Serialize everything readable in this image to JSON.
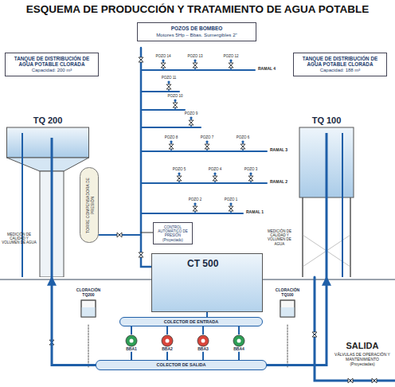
{
  "diagram": {
    "title": "ESQUEMA DE PRODUCCIÓN Y TRATAMIENTO DE AGUA POTABLE",
    "nodes": [
      {
        "text": [
          "TANQUE DE DISTRIBUCIÓN DE AGUA POTABLE CLORADA",
          "Capacidad: 200 m³"
        ]
      },
      {
        "text": [
          "POZOS DE BOMBEO",
          "Motores 5Hp – Bbas. Sumergibles 2\""
        ]
      },
      {
        "text": [
          "TANQUE DE DISTRIBUCIÓN DE AGUA POTABLE CLORADA",
          "Capacidad: 188 m³"
        ]
      },
      {
        "text": [
          "TQ 200"
        ]
      },
      {
        "text": [
          "TQ 100"
        ]
      },
      {
        "text": [
          "TORRE COMPENSADORA DE PRESIÓN"
        ]
      },
      {
        "text": [
          "CONTROL AUTOMÁTICO DE PRESIÓN (Proyectado)"
        ]
      },
      {
        "text": [
          "CT 500"
        ]
      },
      {
        "text": [
          "CLORACIÓN TQ200"
        ]
      },
      {
        "text": [
          "CLORACIÓN TQ100"
        ]
      },
      {
        "text": [
          "COLECTOR DE ENTRADA"
        ]
      },
      {
        "text": [
          "BBA1"
        ]
      },
      {
        "text": [
          "BBA2"
        ]
      },
      {
        "text": [
          "BBA3"
        ]
      },
      {
        "text": [
          "BBA4"
        ]
      },
      {
        "text": [
          "COLECTOR DE SALIDA"
        ]
      }
    ],
    "edges": [
      {
        "from": 7,
        "to": 10,
        "arrow": "none"
      },
      {
        "from": 10,
        "to": 11,
        "arrow": "none"
      },
      {
        "from": 10,
        "to": 12,
        "arrow": "none"
      },
      {
        "from": 10,
        "to": 13,
        "arrow": "none"
      },
      {
        "from": 10,
        "to": 14,
        "arrow": "none"
      },
      {
        "from": 11,
        "to": 15,
        "arrow": "none"
      },
      {
        "from": 12,
        "to": 15,
        "arrow": "none"
      },
      {
        "from": 13,
        "to": 15,
        "arrow": "none"
      },
      {
        "from": 14,
        "to": 15,
        "arrow": "none"
      },
      {
        "from": 15,
        "to": 3,
        "arrow": "to"
      },
      {
        "from": 15,
        "to": 4,
        "arrow": "to"
      }
    ],
    "labels": [
      "RAMAL 4",
      "RAMAL 3",
      "RAMAL 2",
      "RAMAL 1",
      "POZO 14",
      "POZO 13",
      "POZO 12",
      "POZO 11",
      "POZO 10",
      "POZO 9",
      "POZO 8",
      "POZO 7",
      "POZO 6",
      "POZO 5",
      "POZO 4",
      "POZO 3",
      "POZO 2",
      "POZO 1",
      "MEDICIÓN DE CALIDAD Y VOLUMEN DE AGUA",
      "MEDICIÓN DE CALIDAD Y VOLUMEN DE AGUA",
      "SALIDA",
      "VÁLVULAS DE OPERACIÓN Y MANTENIMIENTO (Proyectadas)"
    ]
  }
}
